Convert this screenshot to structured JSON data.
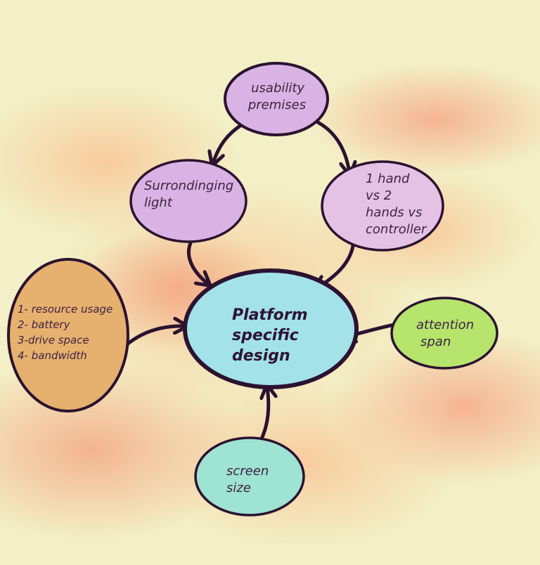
{
  "nodes": {
    "center": {
      "lines": [
        "Platform",
        "specific",
        "design"
      ],
      "color": "#a2e2e8"
    },
    "usability": {
      "lines": [
        "usability",
        "premises"
      ],
      "color": "#d9b3e3"
    },
    "light": {
      "lines": [
        "Surrondinging",
        "light"
      ],
      "color": "#d9b3e3"
    },
    "hands": {
      "lines": [
        "1 hand",
        "vs 2",
        "hands vs",
        "controller"
      ],
      "color": "#e4c2e6"
    },
    "resources": {
      "lines": [
        "1- resource usage",
        "2- battery",
        "3-drive space",
        "4- bandwidth"
      ],
      "color": "#e6b06e"
    },
    "attention": {
      "lines": [
        "attention",
        "span"
      ],
      "color": "#b6e46c"
    },
    "screen": {
      "lines": [
        "screen",
        "size"
      ],
      "color": "#9fe3d2"
    }
  },
  "background": {
    "base": "#f3efc6",
    "warm": "#f6b890",
    "soft": "#f7cf9c"
  }
}
